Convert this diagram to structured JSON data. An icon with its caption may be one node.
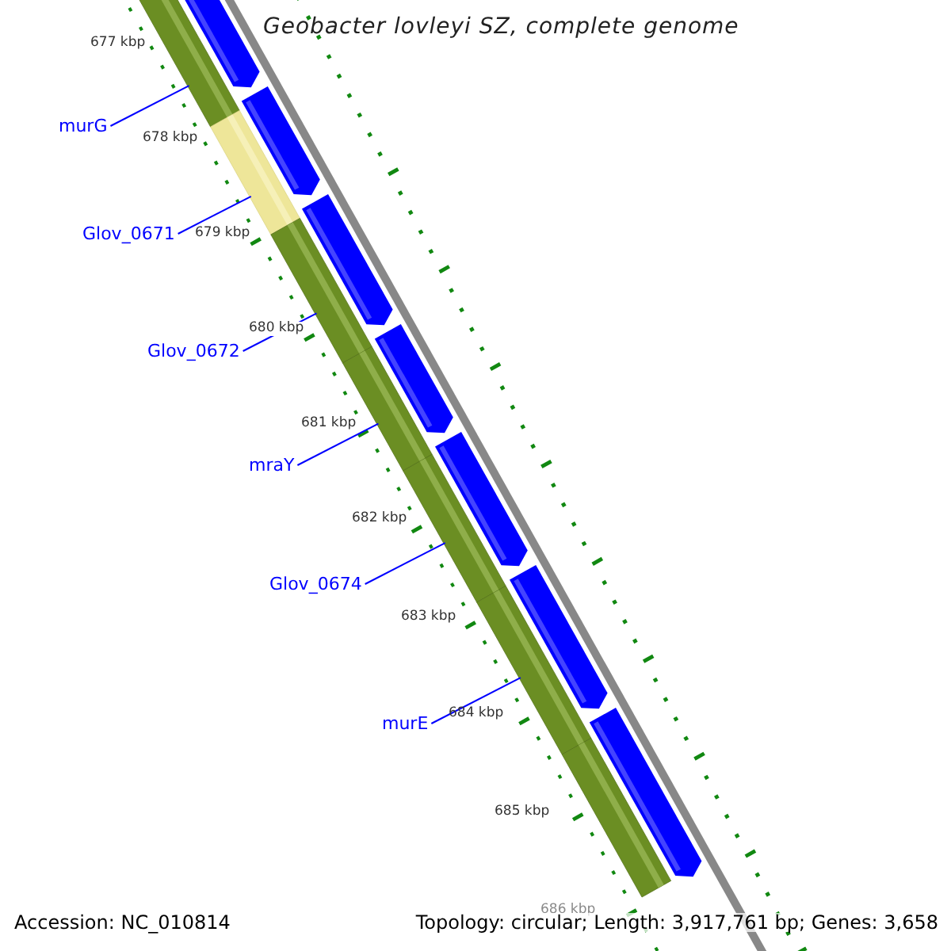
{
  "diagram": {
    "title": "Geobacter lovleyi SZ, complete genome",
    "nodes": [
      {
        "text": [
          "murG"
        ]
      },
      {
        "text": [
          "Glov_0671"
        ]
      },
      {
        "text": [
          "Glov_0672"
        ]
      },
      {
        "text": [
          "mraY"
        ]
      },
      {
        "text": [
          "Glov_0674"
        ]
      },
      {
        "text": [
          "murE"
        ]
      },
      {
        "text": [],
        "shape": "bar"
      },
      {
        "text": [],
        "shape": "bar"
      },
      {
        "text": [],
        "shape": "bar"
      },
      {
        "text": [],
        "shape": "bar"
      },
      {
        "text": [],
        "shape": "bar"
      },
      {
        "text": [],
        "shape": "bar"
      },
      {
        "text": [],
        "shape": "bar"
      }
    ],
    "edges": [
      {
        "from": 0,
        "to": 6,
        "arrow": "none"
      },
      {
        "from": 1,
        "to": 7,
        "arrow": "none"
      },
      {
        "from": 2,
        "to": 8,
        "arrow": "none"
      },
      {
        "from": 3,
        "to": 9,
        "arrow": "none"
      },
      {
        "from": 4,
        "to": 10,
        "arrow": "none"
      },
      {
        "from": 5,
        "to": 11,
        "arrow": "none"
      }
    ],
    "labels": [
      "677 kbp",
      "678 kbp",
      "679 kbp",
      "680 kbp",
      "681 kbp",
      "682 kbp",
      "683 kbp",
      "684 kbp",
      "685 kbp",
      "686 kbp",
      "Accession: NC_010814",
      "Topology: circular; Length: 3,917,761 bp; Genes: 3,658"
    ]
  }
}
